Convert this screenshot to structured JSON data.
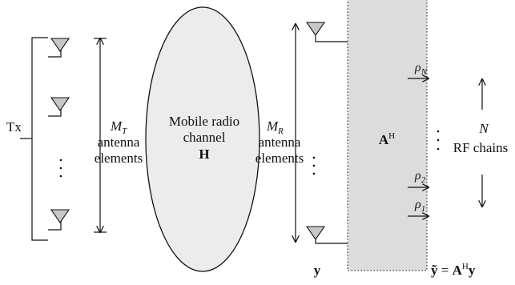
{
  "tx_label": "Tx",
  "mt_symbol": "M",
  "mt_sub": "T",
  "mt_line2": "antenna",
  "mt_line3": "elements",
  "channel_line1": "Mobile radio",
  "channel_line2": "channel",
  "channel_symbol": "H",
  "mr_symbol": "M",
  "mr_sub": "R",
  "mr_line2": "antenna",
  "mr_line3": "elements",
  "matrix_symbol": "A",
  "matrix_sup": "H",
  "rf_n": "N",
  "rf_label": "RF chains",
  "rho_n_symbol": "ρ",
  "rho_n_sub": "N",
  "rho_2_symbol": "ρ",
  "rho_2_sub": "2",
  "rho_1_symbol": "ρ",
  "rho_1_sub": "1",
  "y_label": "y",
  "output_lhs": "ỹ",
  "output_eq": " = ",
  "output_a": "A",
  "output_sup": "H",
  "output_y": "y",
  "colors": {
    "box": "#dcdcdc",
    "antenna": "#c7c7c7",
    "ellipse": "#ececec",
    "ink": "#111111"
  },
  "icons": {
    "antenna": "antenna-triangle-icon",
    "dots": "vertical-ellipsis-icon"
  }
}
